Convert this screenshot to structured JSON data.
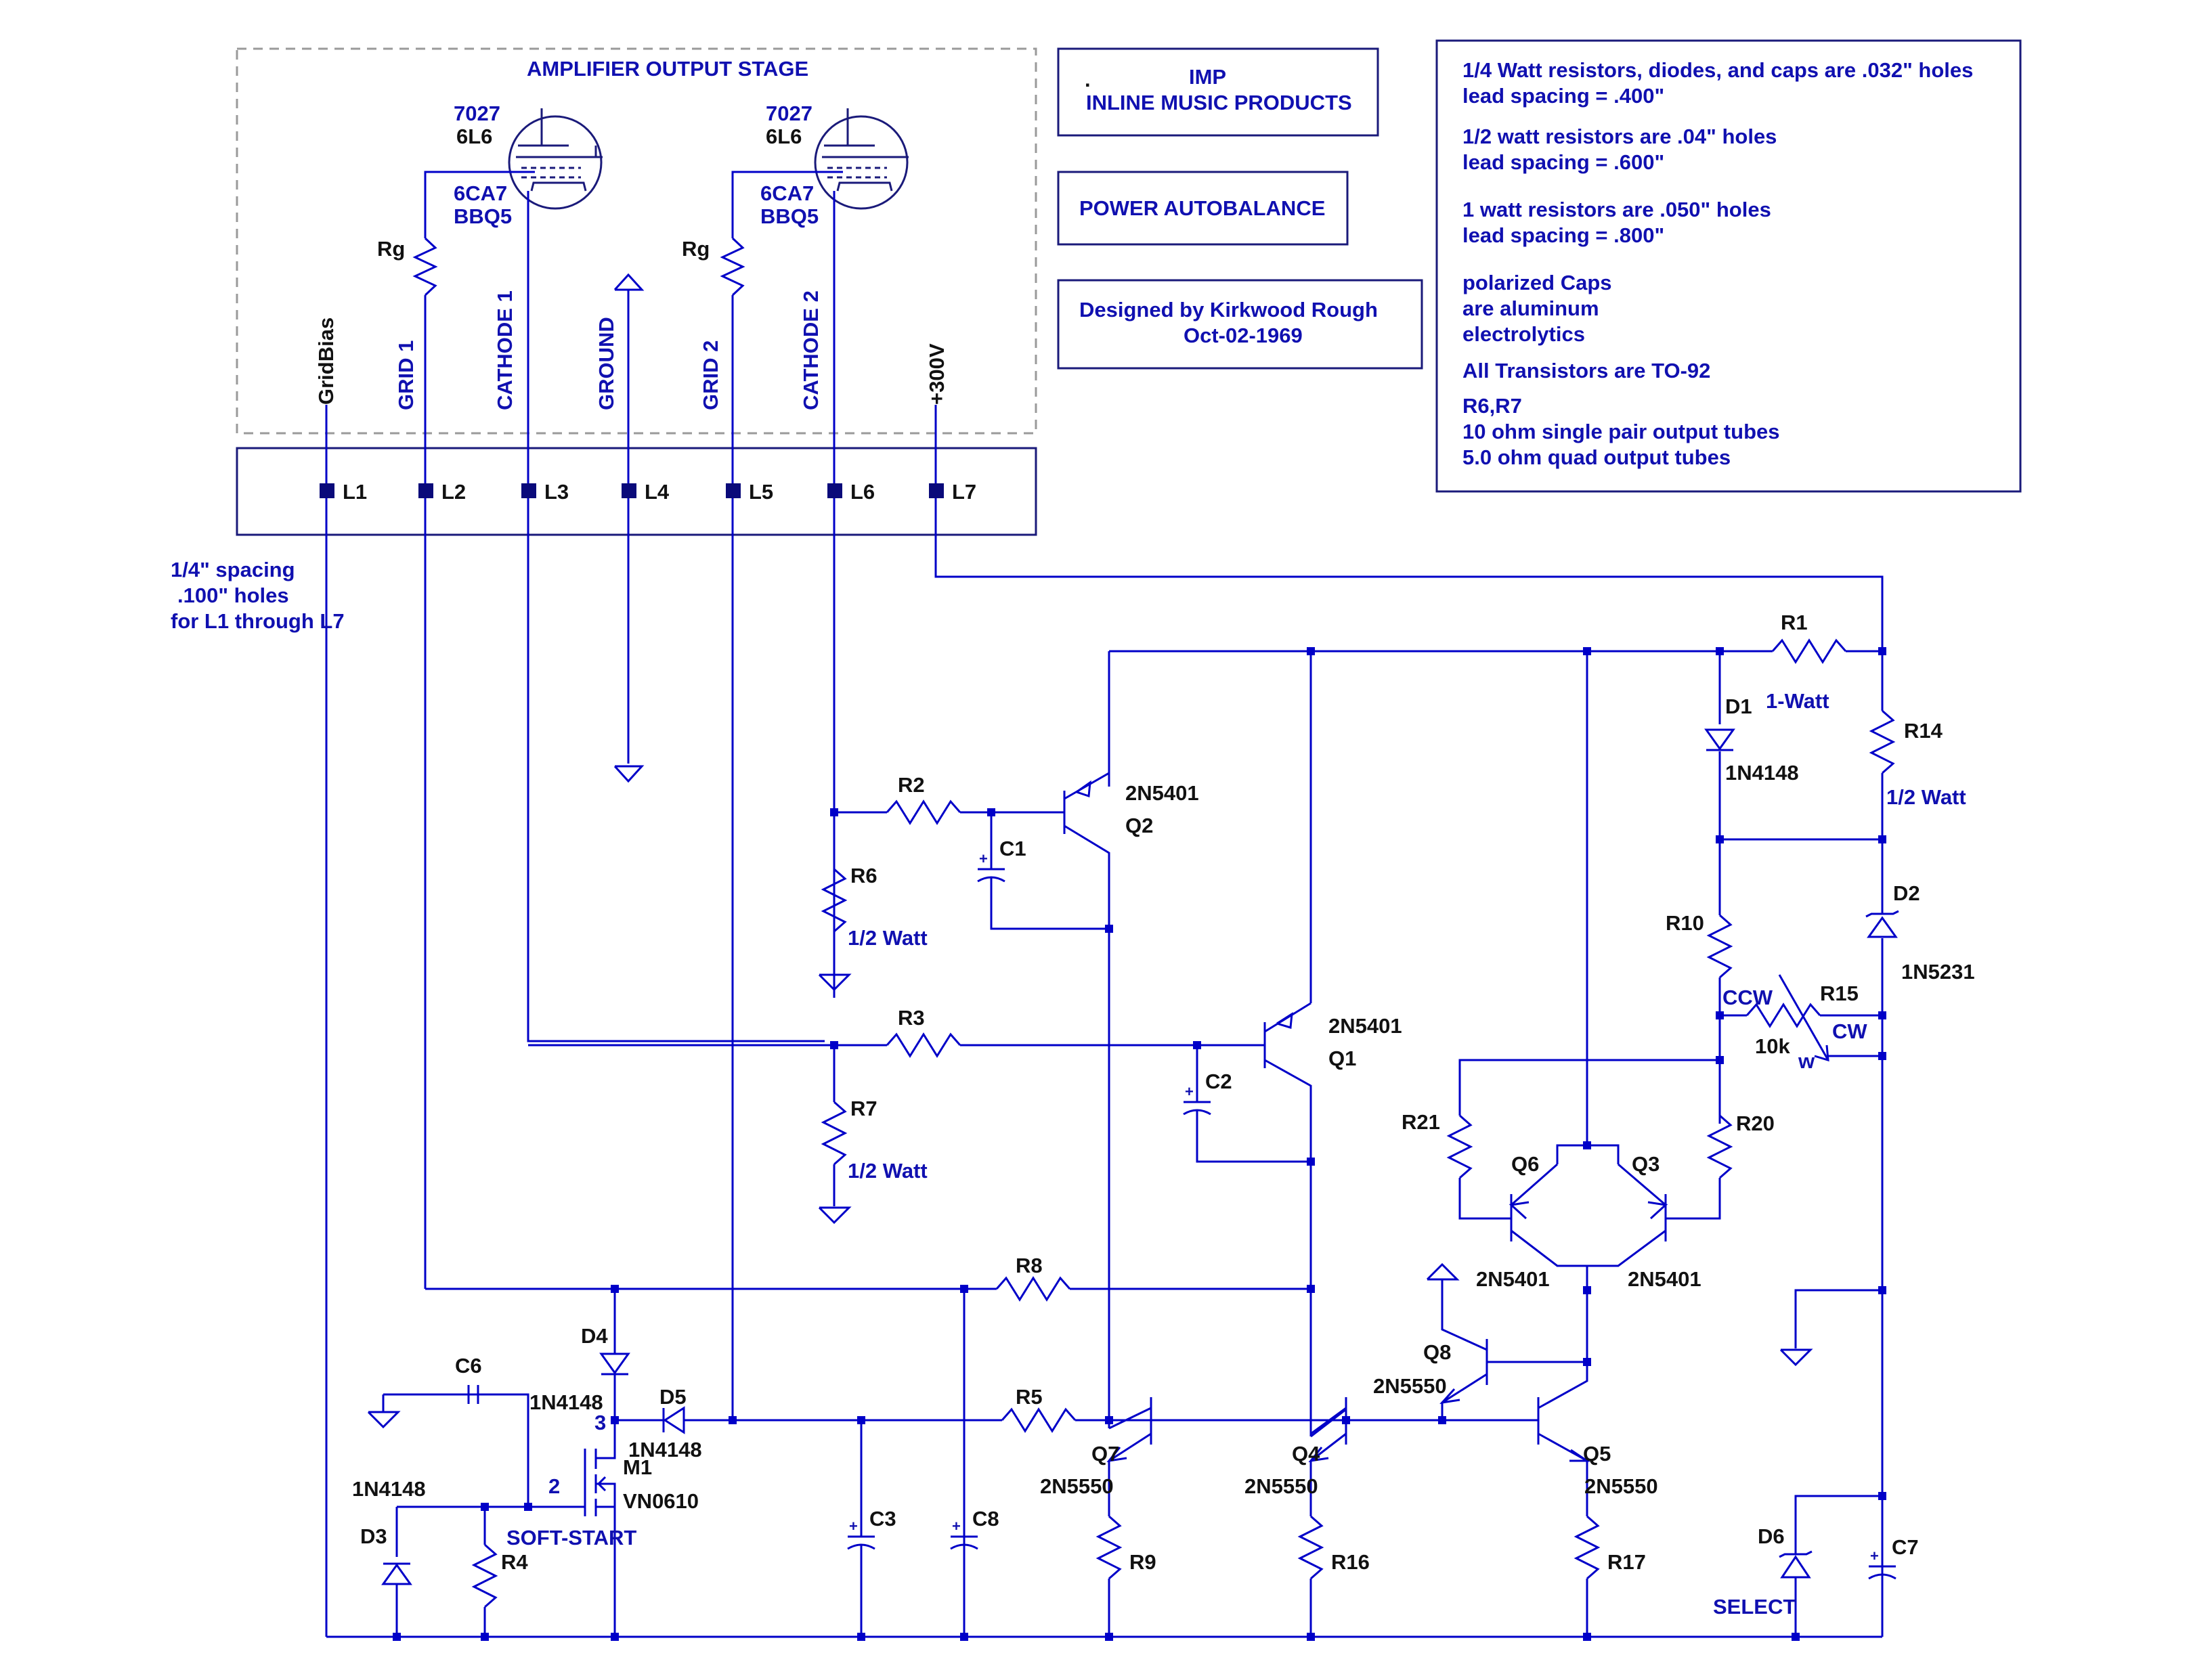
{
  "title_box": {
    "stage_title": "AMPLIFIER OUTPUT STAGE",
    "tube1_a": "7027",
    "tube1_b": "6L6",
    "tube1_c": "6CA7",
    "tube1_d": "BBQ5",
    "tube2_a": "7027",
    "tube2_b": "6L6",
    "tube2_c": "6CA7",
    "tube2_d": "BBQ5",
    "rg1": "Rg",
    "rg2": "Rg"
  },
  "connector_labels": {
    "gridbias": "GridBias",
    "grid1": "GRID 1",
    "cathode1": "CATHODE 1",
    "ground": "GROUND",
    "grid2": "GRID 2",
    "cathode2": "CATHODE 2",
    "plus300": "+300V"
  },
  "terminals": [
    "L1",
    "L2",
    "L3",
    "L4",
    "L5",
    "L6",
    "L7"
  ],
  "spacing_note": {
    "line1": "1/4\" spacing",
    "line2": ".100\" holes",
    "line3": "for L1 through L7"
  },
  "company_box": {
    "line1": ".",
    "line2": "IMP",
    "line3": "INLINE MUSIC PRODUCTS"
  },
  "function_box": {
    "label": "POWER AUTOBALANCE"
  },
  "designer_box": {
    "line1": "Designed by Kirkwood Rough",
    "line2": "Oct-02-1969"
  },
  "notes": [
    "1/4 Watt resistors, diodes, and caps are .032\" holes",
    "lead spacing = .400\"",
    "1/2 watt resistors are .04\" holes",
    "lead spacing = .600\"",
    "1 watt resistors are .050\" holes",
    "lead spacing = .800\"",
    "polarized Caps",
    "are aluminum",
    "electrolytics",
    "All Transistors are TO-92",
    "R6,R7",
    "10 ohm single pair  output tubes",
    "5.0 ohm quad output tubes"
  ],
  "components": {
    "R1": "R1",
    "R1_note": "1-Watt",
    "R2": "R2",
    "R3": "R3",
    "R4": "R4",
    "R5": "R5",
    "R6": "R6",
    "R6_note": "1/2 Watt",
    "R7": "R7",
    "R7_note": "1/2 Watt",
    "R8": "R8",
    "R9": "R9",
    "R10": "R10",
    "R14": "R14",
    "R14_note": "1/2 Watt",
    "R15": "R15",
    "R15_value": "10k",
    "R15_ccw": "CCW",
    "R15_cw": "CW",
    "R15_w": "w",
    "R16": "R16",
    "R17": "R17",
    "R20": "R20",
    "R21": "R21",
    "C1": "C1",
    "C2": "C2",
    "C3": "C3",
    "C6": "C6",
    "C7": "C7",
    "C8": "C8",
    "D1": "D1",
    "D1_part": "1N4148",
    "D2": "D2",
    "D2_part": "1N5231",
    "D3": "D3",
    "D3_part": "1N4148",
    "D4": "D4",
    "D4_part": "1N4148",
    "D5": "D5",
    "D5_part": "1N4148",
    "D6": "D6",
    "D6_note": "SELECT",
    "Q1": "Q1",
    "Q1_part": "2N5401",
    "Q2": "Q2",
    "Q2_part": "2N5401",
    "Q3": "Q3",
    "Q3_part": "2N5401",
    "Q4": "Q4",
    "Q4_part": "2N5550",
    "Q5": "Q5",
    "Q5_part": "2N5550",
    "Q6": "Q6",
    "Q6_part": "2N5401",
    "Q7": "Q7",
    "Q7_part": "2N5550",
    "Q8": "Q8",
    "Q8_part": "2N5550",
    "M1": "M1",
    "M1_part": "VN0610",
    "M1_note": "SOFT-START",
    "M1_pin2": "2",
    "M1_pin3": "3"
  },
  "colors": {
    "wire": "#0000c8",
    "label": "#1010b0",
    "component": "#1a1a7a",
    "frame": "#9a9a9a"
  }
}
